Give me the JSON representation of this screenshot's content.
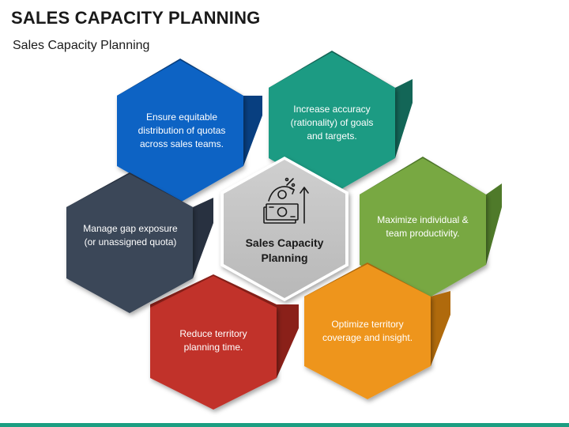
{
  "header": {
    "title": "SALES CAPACITY PLANNING",
    "subtitle": "Sales Capacity Planning"
  },
  "center": {
    "label": "Sales Capacity Planning",
    "icon": "money-growth-icon"
  },
  "items": [
    {
      "text": "Ensure equitable distribution of quotas across sales teams.",
      "color": "#0b63c4"
    },
    {
      "text": "Increase accuracy (rationality) of goals and targets.",
      "color": "#1f9b83"
    },
    {
      "text": "Maximize individual & team productivity.",
      "color": "#78a843"
    },
    {
      "text": "Optimize territory coverage and insight.",
      "color": "#ee951c"
    },
    {
      "text": "Reduce territory planning time.",
      "color": "#c13129"
    },
    {
      "text": "Manage gap exposure (or unassigned quota)",
      "color": "#3b4759"
    }
  ]
}
